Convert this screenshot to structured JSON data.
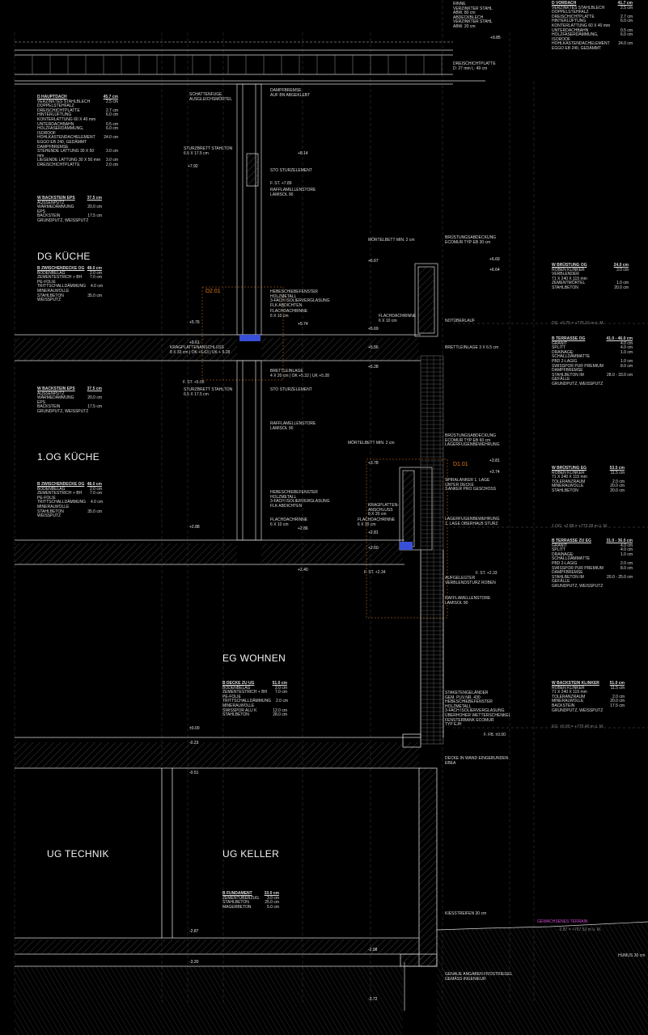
{
  "colors": {
    "background": "#000000",
    "line": "#d9d9d9",
    "hatch": "#777777",
    "detail_tag": "#e07a18",
    "terrain": "#d24bd2",
    "glazing": "#3a4fd8"
  },
  "rooms": {
    "dg": "DG KÜCHE",
    "og": "1.OG KÜCHE",
    "eg": "EG WOHNEN",
    "ug_technik": "UG TECHNIK",
    "ug_keller": "UG KELLER"
  },
  "tags": {
    "d201": "D2.01",
    "d101": "D1.01"
  },
  "terrain_label": "GEWACHSENES TERRAIN",
  "specs": {
    "hauptdach": {
      "title": "D HAUPTDACH",
      "total": "45.7 cm",
      "rows": [
        [
          "VERZINKTES STAHLBLECH",
          "2.5 cm"
        ],
        [
          "DOPPELSTEHFALZ",
          ""
        ],
        [
          "DREISCHICHTPLATTE",
          "2.7 cm"
        ],
        [
          "HINTERLÜFTUNG",
          "6.0 cm"
        ],
        [
          "KONTERLATTUNG 60 X 40 mm",
          ""
        ],
        [
          "UNTERDACHBAHN",
          "0.5 cm"
        ],
        [
          "HOLZFASERDÄMMUNG, ISOROOF",
          "6.0 cm"
        ],
        [
          "HOHLKASTENDACHELEMENT",
          "24.0 cm"
        ],
        [
          "EGGO EB 240, GEDÄMMT",
          ""
        ],
        [
          "DAMPFBREMSE",
          ""
        ],
        [
          "STEHENDE LATTUNG 30 X 50 mm",
          "3.0 cm"
        ],
        [
          "LIEGENDE LATTUNG 30 X 50 mm",
          "3.0 cm"
        ],
        [
          "DREISCHICHTPLATTE",
          "2.0 cm"
        ]
      ]
    },
    "vordach": {
      "title": "D VORDACH",
      "total": "41.7 cm",
      "rows": [
        [
          "VERZINKTES STAHLBLECH",
          "2.5 cm"
        ],
        [
          "DOPPELSTEHFALZ",
          ""
        ],
        [
          "DREISCHICHTPLATTE",
          "2.7 cm"
        ],
        [
          "HINTERLÜFTUNG",
          "6.0 cm"
        ],
        [
          "KONTERLATTUNG 60 X 40 mm",
          ""
        ],
        [
          "UNTERDACHBAHN",
          "0.5 cm"
        ],
        [
          "HOLZFASERDÄMMUNG, ISOROOF",
          "6.0 cm"
        ],
        [
          "HOHLKASTENDACHELEMENT",
          "24.0 cm"
        ],
        [
          "EGGO EB 240, GEDÄMMT",
          ""
        ]
      ]
    },
    "backstein_eps_dg": {
      "title": "W BACKSTEIN EPS",
      "total": "37.5 cm",
      "rows": [
        [
          "AUSSENPUTZ",
          ""
        ],
        [
          "WÄRMEDÄMMUNG EPS",
          "20.0 cm"
        ],
        [
          "BACKSTEIN",
          "17.5 cm"
        ],
        [
          "GRUNDPUTZ, WEISSPUTZ",
          ""
        ]
      ]
    },
    "zwischendecke_og1": {
      "title": "B ZWISCHENDECKE OG",
      "total": "48.0 cm",
      "rows": [
        [
          "BODENBELAG",
          "2.0 cm"
        ],
        [
          "ZEMENTESTRICH + BH",
          "7.0 cm"
        ],
        [
          "PE-FOLIE",
          ""
        ],
        [
          "TRITTSCHALLDÄMMUNG",
          "4.0 cm"
        ],
        [
          "MINERALWOLLE",
          ""
        ],
        [
          "STAHLBETON",
          "35.0 cm"
        ],
        [
          "WEISSPUTZ",
          ""
        ]
      ]
    },
    "backstein_eps_og": {
      "title": "W BACKSTEIN EPS",
      "total": "37.5 cm",
      "rows": [
        [
          "AUSSENPUTZ",
          ""
        ],
        [
          "WÄRMEDÄMMUNG EPS",
          "20.0 cm"
        ],
        [
          "BACKSTEIN",
          "17.5 cm"
        ],
        [
          "GRUNDPUTZ, WEISSPUTZ",
          ""
        ]
      ]
    },
    "zwischendecke_og2": {
      "title": "B ZWISCHENDECKE OG",
      "total": "48.0 cm",
      "rows": [
        [
          "BODENBELAG",
          "2.0 cm"
        ],
        [
          "ZEMENTESTRICH + BH",
          "7.0 cm"
        ],
        [
          "PE-FOLIE",
          ""
        ],
        [
          "TRITTSCHALLDÄMMUNG",
          "4.0 cm"
        ],
        [
          "MINERALWOLLE",
          ""
        ],
        [
          "STAHLBETON",
          "35.0 cm"
        ],
        [
          "WEISSPUTZ",
          ""
        ]
      ]
    },
    "bruestung_og": {
      "title": "W BRÜSTUNG OG",
      "total": "24.0 cm",
      "rows": [
        [
          "ROBEN KLINKER VERBLENDER",
          "3.0 cm"
        ],
        [
          "71 X 240 X 115 mm",
          ""
        ],
        [
          "ZEMENTMÖRTEL",
          "1.0 cm"
        ],
        [
          "STAHLBETON",
          "20.0 cm"
        ]
      ]
    },
    "terrasse_og": {
      "title": "B TERRASSE  OG",
      "total": "41.0 - 46.0 cm",
      "rows": [
        [
          "GRANIT",
          "4.0 cm"
        ],
        [
          "SPLITT",
          "4.0 cm"
        ],
        [
          "DRAINAGE:",
          "1.0 cm"
        ],
        [
          "SCHALLDÄMMATTE",
          ""
        ],
        [
          "PBD 2-LAGIG",
          "1.0 cm"
        ],
        [
          "SWISSPOR PUR PREMIUM",
          "8.0 cm"
        ],
        [
          "DAMPFBREMSE",
          ""
        ],
        [
          "STAHLBETON IM GEFÄLLE",
          "28.0 - 33.0 cm"
        ],
        [
          "GRUNDPUTZ, WEISSPUTZ",
          ""
        ]
      ]
    },
    "bruestung_eg": {
      "title": "W BRÜSTUNG EG",
      "total": "53.5 cm",
      "rows": [
        [
          "ROBEN KLINKER",
          "11.5 cm"
        ],
        [
          "71 X 240 X 115 mm",
          ""
        ],
        [
          "TOLERANZRAUM",
          "2.0 cm"
        ],
        [
          "MINERALWOLLE",
          "20.0 cm"
        ],
        [
          "STAHLBETON",
          "20.0 cm"
        ]
      ]
    },
    "terrasse_eg": {
      "title": "B TERRASSE ZU EG",
      "total": "31.0 - 36.0 cm",
      "rows": [
        [
          "GRANIT",
          "4.0 cm"
        ],
        [
          "SPLITT",
          "4.0 cm"
        ],
        [
          "DRAINAGE:",
          "1.0 cm"
        ],
        [
          "SCHALLDÄMMATTE",
          ""
        ],
        [
          "PBD 2-LAGIG",
          "2.0 cm"
        ],
        [
          "SWISSPOR PUR PREMIUM",
          "8.0 cm"
        ],
        [
          "DAMPFBREMSE",
          ""
        ],
        [
          "STAHLBETON IM GEFÄLLE",
          "20.0 - 25.0 cm"
        ],
        [
          "GRUNDPUTZ, WEISSPUTZ",
          ""
        ]
      ]
    },
    "decke_ug": {
      "title": "B DECKE ZU UG",
      "total": "51.0 cm",
      "rows": [
        [
          "BODENBELAG",
          "2.0 cm"
        ],
        [
          "ZEMENTESTRICH + BH",
          "7.0 cm"
        ],
        [
          "PE-FOLIE",
          ""
        ],
        [
          "TRITTSCHALLDÄMMUNG",
          "2.0 cm"
        ],
        [
          "MINERALWOLLE",
          ""
        ],
        [
          "SWISSPOR ALU K",
          "12.0 cm"
        ],
        [
          "STAHLBETON",
          "28.0 cm"
        ]
      ]
    },
    "backstein_klinker": {
      "title": "W BACKSTEIN KLINKER",
      "total": "51.0 cm",
      "rows": [
        [
          "ROBEN KLINKER",
          "11.5 cm"
        ],
        [
          "71 X 240 X 115 mm",
          ""
        ],
        [
          "TOLERANZRAUM",
          "2.0 cm"
        ],
        [
          "MINERALWOLLE",
          "20.0 cm"
        ],
        [
          "BACKSTEIN",
          "17.5 cm"
        ],
        [
          "GRUNDPUTZ, WEISSPUTZ",
          ""
        ]
      ]
    },
    "fundament": {
      "title": "B FUNDAMENT",
      "total": "33.0 cm",
      "rows": [
        [
          "ZEMENTÜBERZUG",
          "3.0 cm"
        ],
        [
          "STAHLBETON",
          "25.0 cm"
        ],
        [
          "MAGERBETON",
          "5.0 cm"
        ]
      ]
    }
  },
  "notes": {
    "rinne": "RINNE\nVERZINKTER STAHL\nABW. 80 cm\nABDECKBLECH\nVERZINKTER STAHL\nABW. 20 cm",
    "dreischicht": "DREISCHICHTPLATTE\nD: 27 mm L: 49 cm",
    "schattenfuge": "SCHATTENFUGE\nAUSGLEICHSMÖRTEL",
    "dampfbremse": "DAMPFBREMSE\nAUF BN ABGEKLEBT",
    "sturzbrett_dg": "STURZBRETT STAHLTON\n6.5 X 17.5 cm",
    "sto_dg": "STO STURZELEMENT",
    "raff_dg": "RAFFLAMELLENSTORE\nLAMISOL 90",
    "fst_dg": "F. ST. +7.89",
    "moertelbett_dg": "MÖRTELBETT MIN. 2 cm",
    "bruestungsabd_dg": "BRÜSTUNGSABDECKUNG\nECOMUR TYP EB 30 cm",
    "hebeschiebe_dg": "HEBESCHIEBEFENSTER\nHOLZMETALL\n3-FACH ISOLIERVERGLASUNG\nFLK ABDICHTEN",
    "flachdach_dg": "FLACHDACHRINNE\n6 X 10 cm",
    "flachdach_dg2": "FLACHDACHRINNE\n6 X 10 cm",
    "notueberlauf": "NOTÜBERLAUF",
    "kragplatten_dg": "KRAGPLATTENANSCHLUSS\n8 X 33 cm | OK +5.63 | UK + 5.28",
    "brettleinlage_dg": "BRETTLEINLAGE 3 X 6.5 cm",
    "brettleinlage_og": "BRETTLEINLAGE\n4 X 20 cm | OK +5.32 | UK +5.28",
    "fst_og": "F. ST. +5.05",
    "sturzbrett_og": "STURZBRETT STAHLTON\n6.5 X 17.5 cm",
    "sto_og": "STO STURZELEMENT",
    "raff_og": "RAFFLAMELLENSTORE\nLAMISOL 90",
    "moertelbett_og": "MÖRTELBETT MIN. 2 cm",
    "bruestungsabd_og": "BRÜSTUNGSABDECKUNG\nECOMUR TYP EB 60 cm\nLAGERFUGENBEWEHRUNG",
    "spiralanker": "SPIRALANKER 1. LAGE\nUNTER DECKE\n3 ANKER PRO GESCHOSS",
    "hebeschiebe_og": "HEBESCHIEBEFENSTER\nHOLZMETALL\n3-FACH ISOLIERVERGLASUNG\nFLK ABDICHTEN",
    "kragplatten_og": "KRAGPLATTEN-\nANSCHLUSS\n8 X 20 cm",
    "flachdach_og": "FLACHDACHRINNE\n6 X 10 cm",
    "flachdach_og2": "FLACHDACHRINNE\n6 X 10 cm",
    "lagerfugen": "LAGERFUGENBEWEHRUNG\n1. LAGE OBERHALB STURZ",
    "fst_eg": "F. ST. +2.34",
    "fst_eg2": "F. ST. +2.33",
    "aufgelegter": "AUFGELEGTER\nVERBLENDSTURZ ROBEN",
    "raff_eg": "RAFFLAMELLENSTORE\nLAMISOL 90",
    "staketen": "STAKETENGELÄNDER\nGEM. PLN NR. 430\nHEBESCHIEBEFENSTER\nHOLZMETALL\n3-FACH ISOLIERVERGLASUNG\nÜBERHOHER WETTERSCHENKEL\nFENSTERBANK ECOMUR\nTYP EJH",
    "ffb": "F. FB. ±0.00",
    "decke_wand": "DECKE IN WAND EINGEBUNDEN\nEBEA",
    "kiesstreifen": "KIESSTREIFEN 30 cm",
    "humus": "HUMUS 30 cm",
    "frostriegel": "GENAUE ANGABEN FROSTRIEGEL\nGEMÄSS INGENIEUR"
  },
  "levels": {
    "l1": "+9.85",
    "l2": "+8.14",
    "l3": "+7.92",
    "l4": "+6.67",
    "l5": "+6.64",
    "l6": "+6.69",
    "l7": "+5.76",
    "l8": "+5.74",
    "l9": "+5.69",
    "l10": "+5.61",
    "l11": "+5.56",
    "l12": "+5.28",
    "l13": "+3.78",
    "l14": "+3.81",
    "l15": "+3.74",
    "l16": "+2.88",
    "l17": "+2.86",
    "l18": "+2.81",
    "l19": "+2.60",
    "l20": "+2.40",
    "l21": "±0.00",
    "l22": "-0.23",
    "l23": "-0.51",
    "l24": "-2.87",
    "l25": "-3.20",
    "l26": "-2.98",
    "l27": "-3.72"
  },
  "abs_levels": {
    "dg": "DG: +5.76 = +776.16 m ü. M.",
    "og": "1.OG: +2.88 = +773.28 m ü. M.",
    "eg": "EG: ±0.00 = +770.40 m ü. M.",
    "terrain": "-2.87 = +767.53 m ü. M."
  }
}
